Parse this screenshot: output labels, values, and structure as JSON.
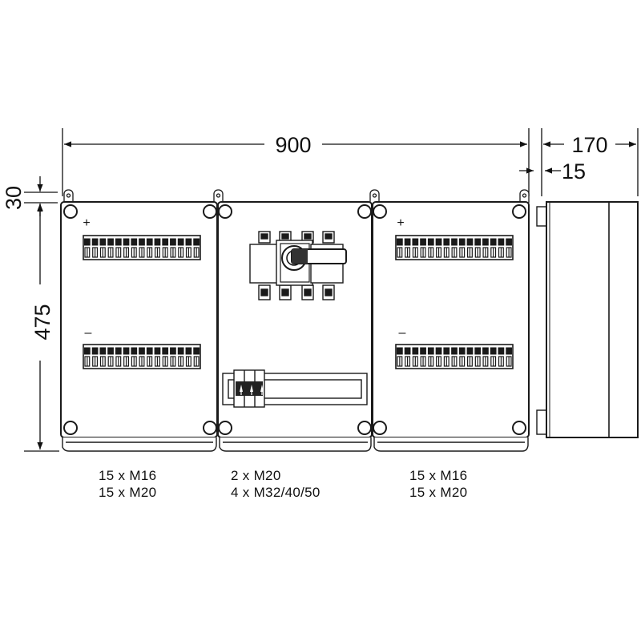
{
  "dimensions": {
    "width": "900",
    "depth": "170",
    "wall": "15",
    "top_offset": "30",
    "height": "475"
  },
  "polarity": {
    "plus": "+",
    "minus": "–"
  },
  "cable_entries": [
    {
      "line1": "15 x M16",
      "line2": "15 x M20"
    },
    {
      "line1": "2 x M20",
      "line2": "4 x M32/40/50"
    },
    {
      "line1": "15 x M16",
      "line2": "15 x M20"
    }
  ],
  "colors": {
    "line": "#1a1a1a",
    "fill": "#ffffff"
  }
}
